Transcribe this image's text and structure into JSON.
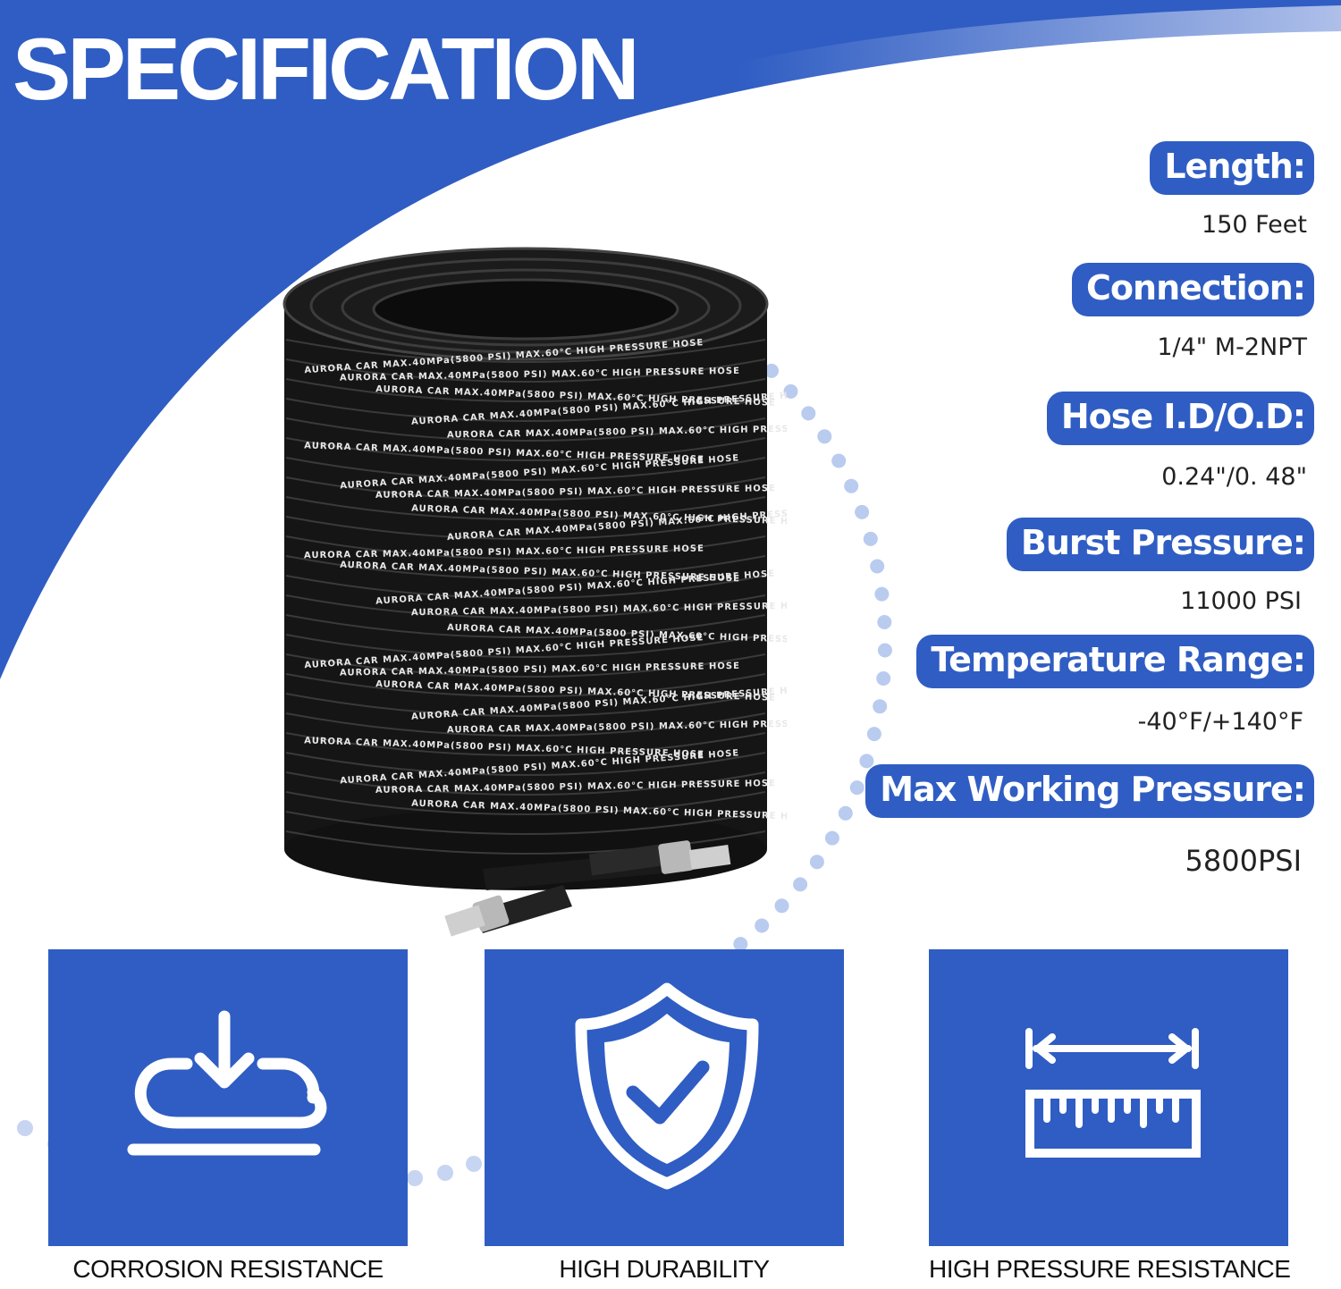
{
  "title": "SPECIFICATION",
  "colors": {
    "brand_blue": "#2f5dc3",
    "light_blue": "#c9d7f3",
    "hose_black": "#141414"
  },
  "hose_print": "AURORA CAR  MAX.40MPa(5800 PSI)  MAX.60°C  HIGH  PRESSURE  HOSE",
  "specs": [
    {
      "label": "Length:",
      "value": "150 Feet"
    },
    {
      "label": "Connection:",
      "value": "1/4\" M-2NPT"
    },
    {
      "label": "Hose I.D/O.D:",
      "value": "0.24\"/0. 48\""
    },
    {
      "label": "Burst Pressure:",
      "value": "11000 PSI"
    },
    {
      "label": "Temperature Range:",
      "value": "-40°F/+140°F"
    },
    {
      "label": "Max Working Pressure:",
      "value": "5800PSI"
    }
  ],
  "features": [
    {
      "label": "CORROSION RESISTANCE",
      "icon": "corrosion-icon"
    },
    {
      "label": "HIGH DURABILITY",
      "icon": "shield-check-icon"
    },
    {
      "label": "HIGH PRESSURE RESISTANCE",
      "icon": "ruler-arrow-icon"
    }
  ]
}
